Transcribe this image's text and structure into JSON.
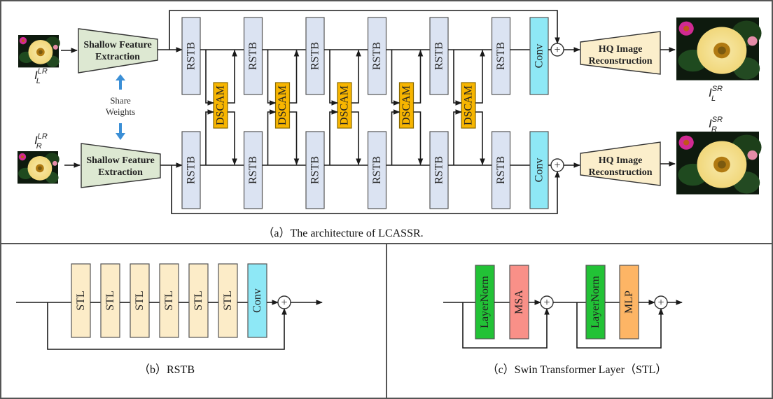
{
  "panel_a": {
    "caption": "（a）The architecture of  LCASSR.",
    "shallow_feature_label_line1": "Shallow Feature",
    "shallow_feature_label_line2": "Extraction",
    "hq_label_line1": "HQ Image",
    "hq_label_line2": "Reconstruction",
    "share_weights_line1": "Share",
    "share_weights_line2": "Weights",
    "rstb_label": "RSTB",
    "conv_label": "Conv",
    "dscam_label": "DSCAM",
    "plus_symbol": "+",
    "rstb_count_per_branch": 6,
    "dscam_count": 5,
    "inputs": {
      "left": {
        "base": "I",
        "sup": "LR",
        "sub": "L"
      },
      "right": {
        "base": "I",
        "sup": "LR",
        "sub": "R"
      }
    },
    "outputs": {
      "left": {
        "base": "I",
        "sup": "SR",
        "sub": "L"
      },
      "right": {
        "base": "I",
        "sup": "SR",
        "sub": "R"
      }
    },
    "images": {
      "input_left": "flower-image-low-res",
      "input_right": "flower-image-low-res",
      "output_left": "flower-image-super-res",
      "output_right": "flower-image-super-res"
    }
  },
  "panel_b": {
    "caption": "（b）RSTB",
    "stl_label": "STL",
    "stl_count": 6,
    "conv_label": "Conv",
    "plus_symbol": "+"
  },
  "panel_c": {
    "caption": "（c）Swin Transformer Layer（STL）",
    "blocks": [
      "LayerNorm",
      "MSA",
      "LayerNorm",
      "MLP"
    ],
    "plus_symbol": "+"
  },
  "colors": {
    "rstb": "#dbe3f2",
    "conv": "#8ee8f6",
    "dscam": "#f7b500",
    "shallow_feature": "#dde8d2",
    "hq_reconstruction": "#fbeecb",
    "stl": "#fcecc8",
    "layernorm": "#22c236",
    "msa": "#f99088",
    "mlp": "#fdb565",
    "share_arrow": "#3b8fd6"
  }
}
